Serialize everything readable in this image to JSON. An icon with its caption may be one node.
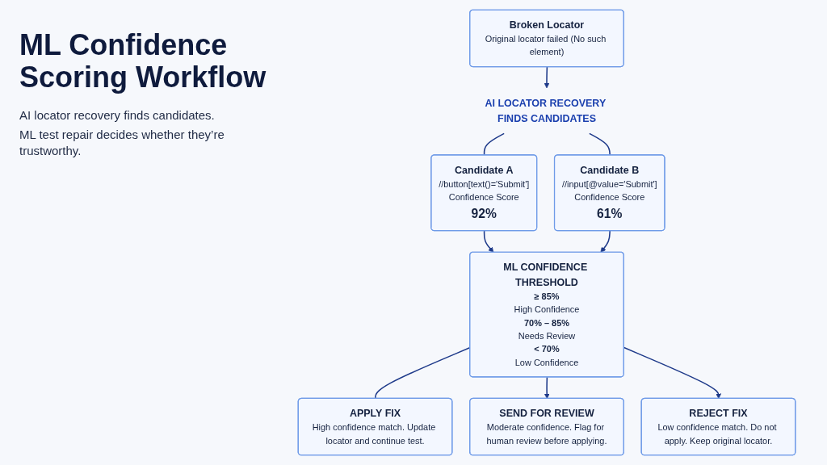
{
  "diagram": {
    "title": "ML Confidence Scoring Workflow",
    "nodes": [
      {
        "text": [
          "Broken Locator",
          "Original locator failed (No such element)"
        ]
      },
      {
        "text": [
          "AI LOCATOR RECOVERY FINDS CANDIDATES"
        ]
      },
      {
        "text": [
          "Candidate A",
          "//button[text()='Submit']",
          "Confidence Score",
          "92%"
        ]
      },
      {
        "text": [
          "Candidate B",
          "//input[@value='Submit']",
          "Confidence Score",
          "61%"
        ]
      },
      {
        "text": [
          "ML CONFIDENCE THRESHOLD",
          "≥ 85%",
          "High Confidence",
          "70% – 85%",
          "Needs Review",
          "< 70%",
          "Low Confidence"
        ]
      },
      {
        "text": [
          "APPLY FIX",
          "High confidence match. Update locator and continue test."
        ]
      },
      {
        "text": [
          "SEND FOR REVIEW",
          "Moderate confidence. Flag for human review before applying."
        ]
      },
      {
        "text": [
          "REJECT FIX",
          "Low confidence match. Do not apply. Keep original locator."
        ]
      }
    ],
    "edges": [
      {
        "from": 0,
        "to": 1,
        "arrow": "to"
      },
      {
        "from": 1,
        "to": 2,
        "arrow": "none"
      },
      {
        "from": 1,
        "to": 3,
        "arrow": "none"
      },
      {
        "from": 2,
        "to": 4,
        "arrow": "to"
      },
      {
        "from": 3,
        "to": 4,
        "arrow": "to"
      },
      {
        "from": 4,
        "to": 5,
        "arrow": "none"
      },
      {
        "from": 4,
        "to": 6,
        "arrow": "to"
      },
      {
        "from": 4,
        "to": 7,
        "arrow": "to"
      }
    ],
    "labels": [
      "AI locator recovery finds candidates.",
      "ML test repair decides whether they’re trustworthy."
    ]
  }
}
